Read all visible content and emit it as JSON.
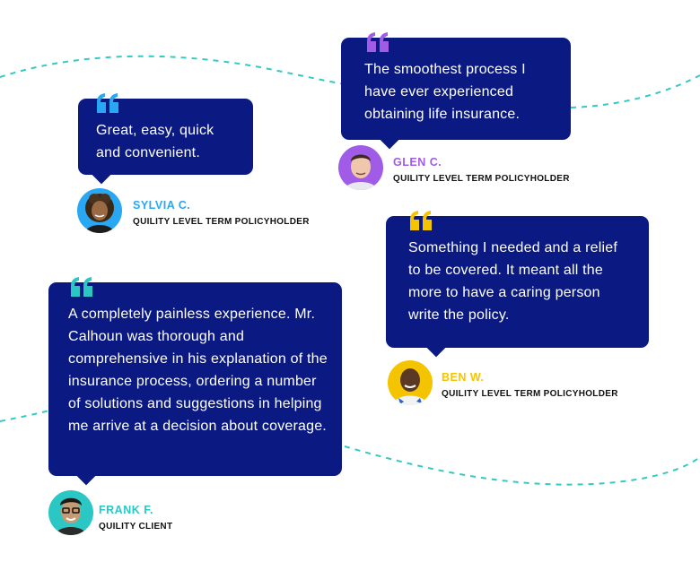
{
  "colors": {
    "bubble": "#0b1a82",
    "wave": "#35c9c4",
    "sylvia_accent": "#2aa7f2",
    "glen_accent": "#a05ce6",
    "ben_accent": "#f5c400",
    "frank_accent": "#2bc7c4"
  },
  "testimonials": [
    {
      "id": "sylvia",
      "quote": "Great, easy, quick and convenient.",
      "name": "SYLVIA C.",
      "role": "QUILITY LEVEL TERM POLICYHOLDER",
      "quote_icon": "quote-marks-icon",
      "accent": "#2aa7f2"
    },
    {
      "id": "glen",
      "quote": "The smoothest process I have ever experienced obtaining life insurance.",
      "name": "GLEN C.",
      "role": "QUILITY LEVEL TERM POLICYHOLDER",
      "quote_icon": "quote-marks-icon",
      "accent": "#a05ce6"
    },
    {
      "id": "ben",
      "quote": "Something I needed and a relief to be covered. It meant all the more to have a caring person write the policy.",
      "name": "BEN W.",
      "role": "QUILITY LEVEL TERM POLICYHOLDER",
      "quote_icon": "quote-marks-icon",
      "accent": "#f5c400"
    },
    {
      "id": "frank",
      "quote": "A completely painless experience. Mr. Calhoun was thorough and comprehensive in his explanation of the insurance process, ordering a number of solutions and suggestions in helping me arrive at a decision about coverage.",
      "name": "FRANK F.",
      "role": "QUILITY CLIENT",
      "quote_icon": "quote-marks-icon",
      "accent": "#2bc7c4"
    }
  ]
}
